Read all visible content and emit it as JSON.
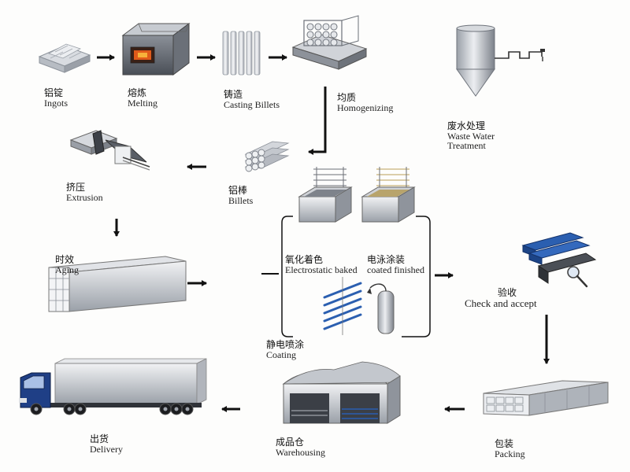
{
  "steps": {
    "ingots": {
      "zh": "铝锭",
      "en": "Ingots"
    },
    "melting": {
      "zh": "熔炼",
      "en": "Melting"
    },
    "casting": {
      "zh": "铸造",
      "en": "Casting Billets"
    },
    "homogenizing": {
      "zh": "均质",
      "en": "Homogenizing"
    },
    "waste_water": {
      "zh": "废水处理",
      "en": "Waste Water",
      "en2": "Treatment"
    },
    "extrusion": {
      "zh": "挤压",
      "en": "Extrusion"
    },
    "billets": {
      "zh": "铝棒",
      "en": "Billets"
    },
    "aging": {
      "zh": "时效",
      "en": "Aging"
    },
    "oxidation": {
      "zh": "氧化着色",
      "en": "Electrostatic baked"
    },
    "electrophoresis": {
      "zh": "电泳涂装",
      "en": "coated finished"
    },
    "check": {
      "zh": "验收",
      "en": "Check and accept"
    },
    "coating": {
      "zh": "静电喷涂",
      "en": "Coating"
    },
    "delivery": {
      "zh": "出货",
      "en": "Delivery"
    },
    "warehousing": {
      "zh": "成品仓",
      "en": "Warehousing"
    },
    "packing": {
      "zh": "包装",
      "en": "Packing"
    }
  },
  "colors": {
    "arrow": "#111111",
    "metal_light": "#e4e6ea",
    "metal_mid": "#a9adb4",
    "metal_dark": "#5e636b",
    "profile_blue": "#2b5fb0",
    "truck_blue": "#1f3f86",
    "furnace_glow": "#e05a1a",
    "gold_bars": "#c8b27a"
  },
  "icons": [
    "ingots-icon",
    "furnace-icon",
    "billet-rods-icon",
    "homogenizing-furnace-icon",
    "waste-water-tank-icon",
    "extrusion-press-icon",
    "billet-bundle-icon",
    "aging-oven-icon",
    "oxidation-tank-icon",
    "electrophoresis-tank-icon",
    "blue-profiles-icon",
    "spray-coating-icon",
    "magnifier-icon",
    "packed-profiles-icon",
    "warehouse-icon",
    "truck-icon"
  ]
}
